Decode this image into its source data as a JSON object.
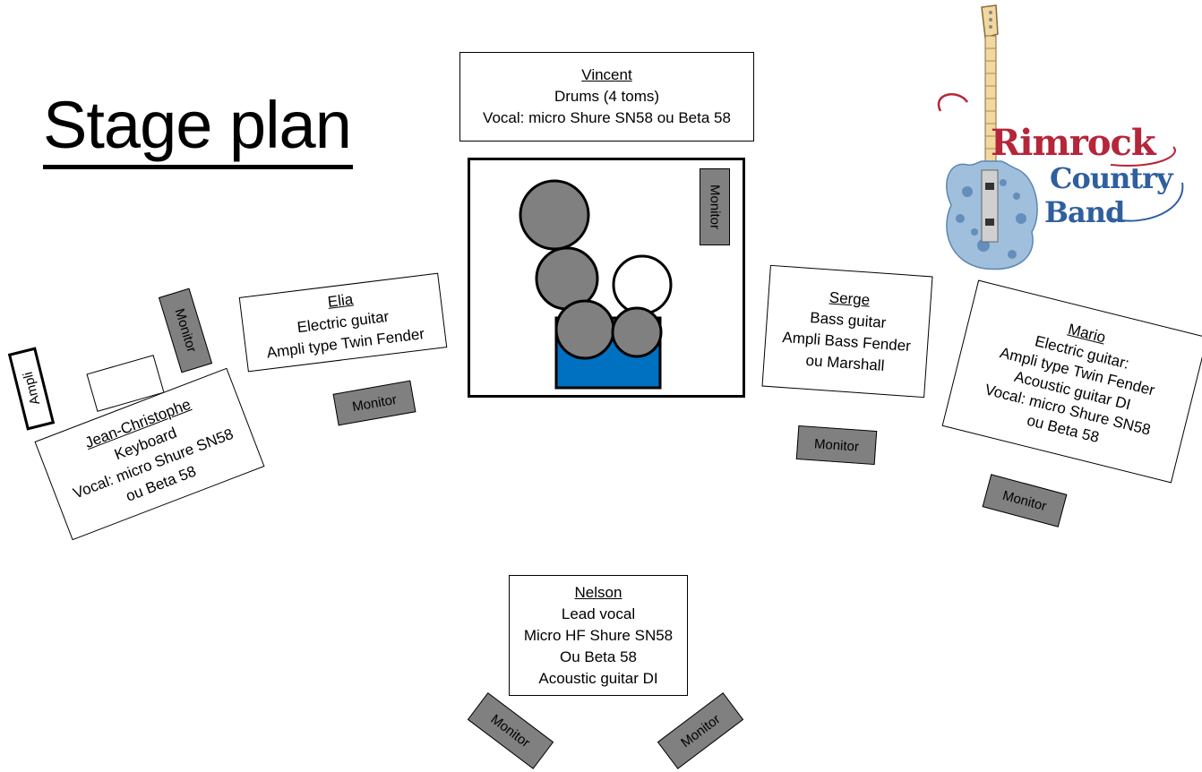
{
  "title": "Stage plan",
  "logo": {
    "line1": "Rimrock",
    "line2": "Country",
    "line3": "Band",
    "colors": {
      "red": "#b5263a",
      "blue": "#2f5f9e",
      "guitar_body": "#9fbfdc",
      "neck": "#f0d8a0"
    }
  },
  "musicians": {
    "vincent": {
      "name": "Vincent",
      "lines": [
        "Drums (4 toms)",
        "Vocal: micro Shure SN58 ou Beta 58"
      ]
    },
    "elia": {
      "name": "Elia",
      "lines": [
        "Electric guitar",
        "Ampli type Twin Fender"
      ]
    },
    "serge": {
      "name": "Serge",
      "lines": [
        "Bass guitar",
        "Ampli Bass Fender",
        "ou Marshall"
      ]
    },
    "mario": {
      "name": "Mario",
      "lines": [
        "Electric guitar:",
        "Ampli type Twin Fender",
        "Acoustic guitar DI",
        "Vocal: micro Shure SN58",
        "ou Beta 58"
      ]
    },
    "jc": {
      "name": "Jean-Christophe",
      "lines": [
        "Keyboard",
        "Vocal: micro Shure SN58",
        "ou Beta 58"
      ]
    },
    "nelson": {
      "name": "Nelson",
      "lines": [
        "Lead vocal",
        "Micro HF Shure SN58",
        "Ou Beta 58",
        "Acoustic guitar DI"
      ]
    }
  },
  "labels": {
    "monitor": "Monitor",
    "ampli": "Ampli"
  },
  "colors": {
    "monitor": "#808080",
    "drum": "#808080",
    "drum_riser": "#0070c0"
  }
}
